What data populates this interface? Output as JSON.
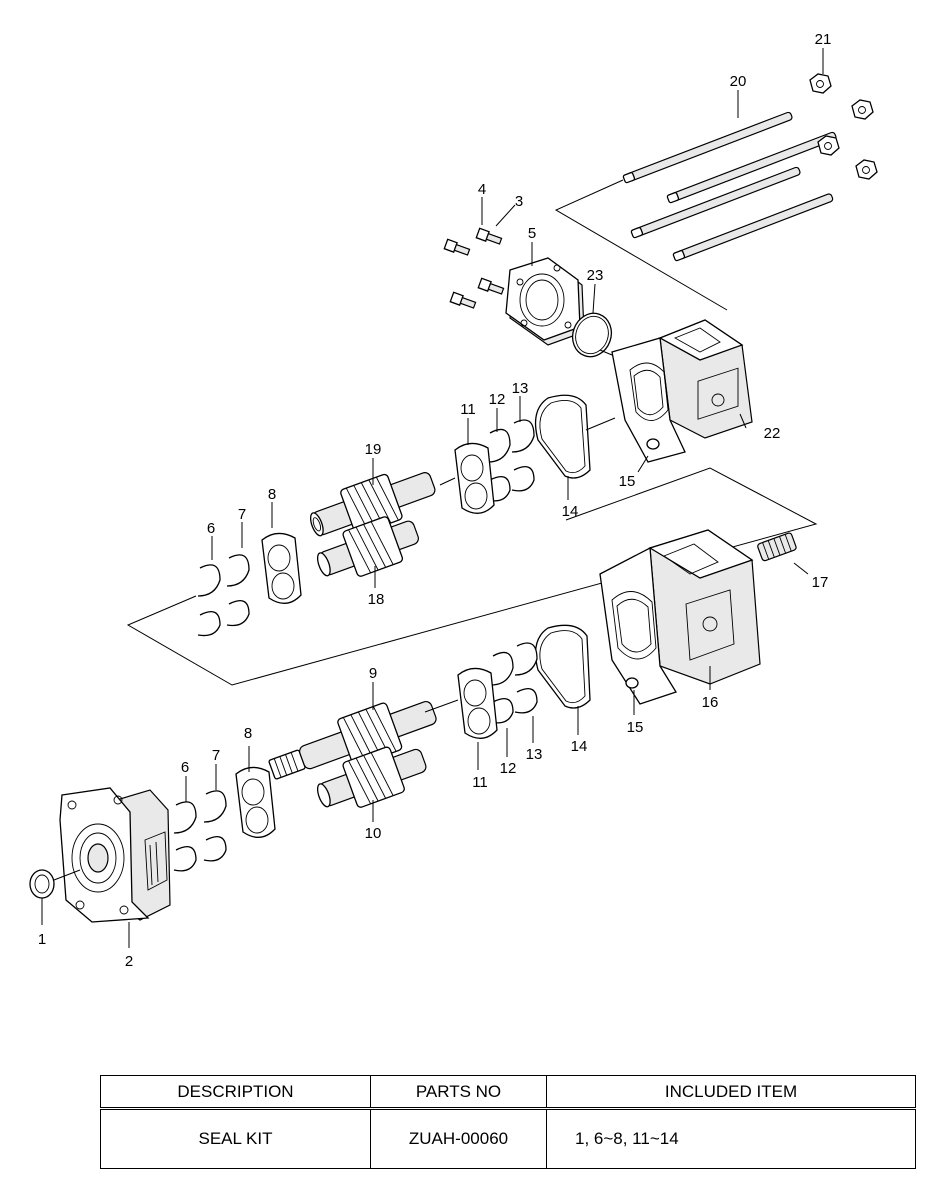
{
  "callouts": [
    "1",
    "2",
    "3",
    "4",
    "5",
    "6",
    "7",
    "8",
    "9",
    "10",
    "11",
    "12",
    "13",
    "14",
    "15",
    "16",
    "17",
    "18",
    "19",
    "20",
    "21",
    "22",
    "23"
  ],
  "table": {
    "headers": [
      "DESCRIPTION",
      "PARTS NO",
      "INCLUDED ITEM"
    ],
    "rows": [
      {
        "description": "SEAL KIT",
        "parts_no": "ZUAH-00060",
        "included_item": "1, 6~8, 11~14"
      }
    ]
  }
}
